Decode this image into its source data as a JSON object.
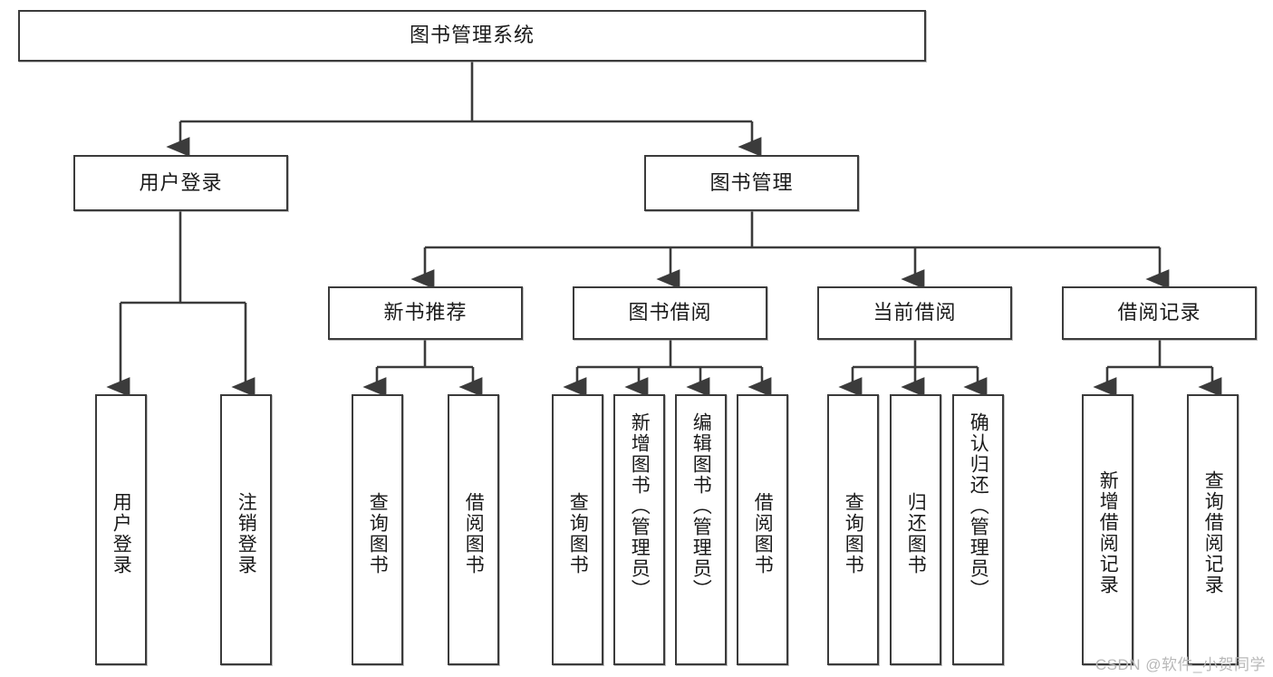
{
  "diagram": {
    "title": "图书管理系统",
    "type": "tree",
    "orientation": "top-down",
    "style": {
      "background": "#ffffff",
      "node_border": "#3b3b3b",
      "node_fill": "#ffffff",
      "edge_color": "#3b3b3b",
      "text_color": "#1a1a1a",
      "watermark_color": "#b8b8b8"
    },
    "root": {
      "id": "root",
      "label": "图书管理系统"
    },
    "level2": [
      {
        "id": "user-login",
        "label": "用户登录"
      },
      {
        "id": "book-manage",
        "label": "图书管理"
      }
    ],
    "level3": [
      {
        "id": "new-book-recommend",
        "label": "新书推荐",
        "parent": "book-manage"
      },
      {
        "id": "book-borrow",
        "label": "图书借阅",
        "parent": "book-manage"
      },
      {
        "id": "current-borrow",
        "label": "当前借阅",
        "parent": "book-manage"
      },
      {
        "id": "borrow-record",
        "label": "借阅记录",
        "parent": "book-manage"
      }
    ],
    "leaves": [
      {
        "id": "leaf-user-login",
        "label": "用户登录",
        "parent": "user-login"
      },
      {
        "id": "leaf-logout-login",
        "label": "注销登录",
        "parent": "user-login"
      },
      {
        "id": "leaf-query-book-rec",
        "label": "查询图书",
        "parent": "new-book-recommend"
      },
      {
        "id": "leaf-borrow-book-rec",
        "label": "借阅图书",
        "parent": "new-book-recommend"
      },
      {
        "id": "leaf-query-book-borrow",
        "label": "查询图书",
        "parent": "book-borrow"
      },
      {
        "id": "leaf-add-book",
        "label": "新增图书（管理员）",
        "parent": "book-borrow"
      },
      {
        "id": "leaf-edit-book",
        "label": "编辑图书（管理员）",
        "parent": "book-borrow"
      },
      {
        "id": "leaf-borrow-book",
        "label": "借阅图书",
        "parent": "book-borrow"
      },
      {
        "id": "leaf-query-book-current",
        "label": "查询图书",
        "parent": "current-borrow"
      },
      {
        "id": "leaf-return-book",
        "label": "归还图书",
        "parent": "current-borrow"
      },
      {
        "id": "leaf-confirm-return",
        "label": "确认归还（管理员）",
        "parent": "current-borrow"
      },
      {
        "id": "leaf-add-record",
        "label": "新增借阅记录",
        "parent": "borrow-record"
      },
      {
        "id": "leaf-query-record",
        "label": "查询借阅记录",
        "parent": "borrow-record"
      }
    ]
  },
  "watermark": {
    "text": "CSDN @软件_小贺同学"
  }
}
